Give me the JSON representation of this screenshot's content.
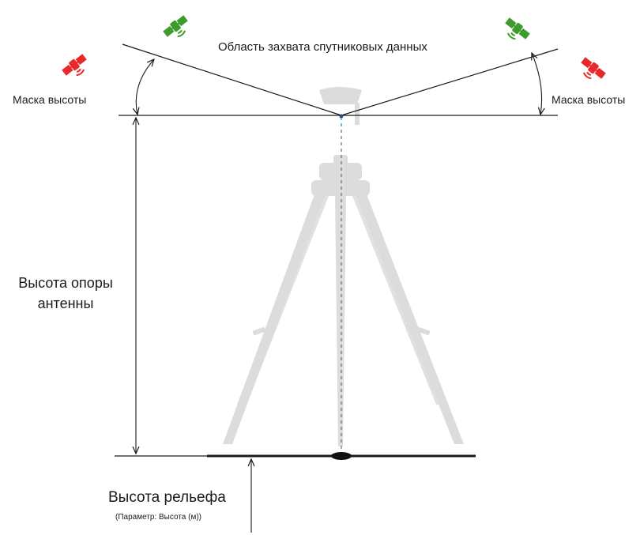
{
  "labels": {
    "capture_area": "Область захвата спутниковых данных",
    "elevation_mask_left": "Маска высоты",
    "elevation_mask_right": "Маска высоты",
    "mast_height_line1": "Высота опоры",
    "mast_height_line2": "антенны",
    "relief_height": "Высота рельефа",
    "relief_parameter": "(Параметр: Высота (м))"
  },
  "icons": {
    "satellite_visible": "satellite-icon",
    "satellite_masked": "satellite-icon"
  },
  "colors": {
    "satellite_visible": "#3f9b2c",
    "satellite_masked": "#e8292b",
    "tripod": "#dcdcdc",
    "plumb_line": "#4a78b5",
    "lines": "#1a1a1a"
  }
}
